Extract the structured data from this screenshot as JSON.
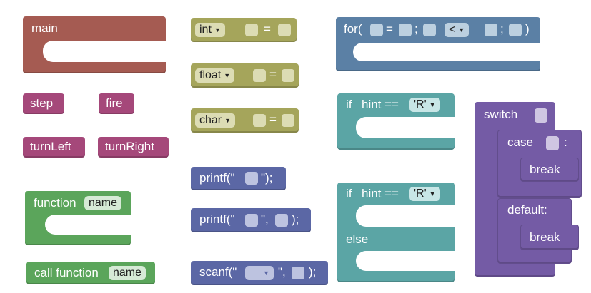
{
  "colors": {
    "main": "#a55b52",
    "action": "#a5487a",
    "function": "#5ba55b",
    "decl": "#a5a55b",
    "io": "#5b67a5",
    "loop": "#5b80a5",
    "logic": "#5ba5a5",
    "switch": "#745ba5"
  },
  "blocks": {
    "main": "main",
    "step": "step",
    "fire": "fire",
    "turn_left": "turnLeft",
    "turn_right": "turnRight",
    "function": {
      "label": "function",
      "param": "name"
    },
    "call_function": {
      "label": "call function",
      "param": "name"
    },
    "int_decl": {
      "type": "int",
      "eq": "="
    },
    "float_decl": {
      "type": "float",
      "eq": "="
    },
    "char_decl": {
      "type": "char",
      "eq": "="
    },
    "printf1": {
      "start": "printf(\"",
      "end": "\");"
    },
    "printf2": {
      "start": "printf(\"",
      "mid": "\",",
      "end": ");"
    },
    "scanf": {
      "start": "scanf(\"",
      "mid": "\",",
      "end": ");"
    },
    "for_loop": {
      "start": "for(",
      "eq": "=",
      "semi1": ";",
      "op": "<",
      "semi2": ";",
      "end": ")"
    },
    "if1": {
      "if": "if",
      "hint": "hint ==",
      "value": "'R'"
    },
    "if_else": {
      "if": "if",
      "hint": "hint ==",
      "value": "'R'",
      "else": "else"
    },
    "switch": {
      "switch": "switch",
      "case": "case",
      "colon": ":",
      "break1": "break",
      "default": "default:",
      "break2": "break"
    }
  }
}
